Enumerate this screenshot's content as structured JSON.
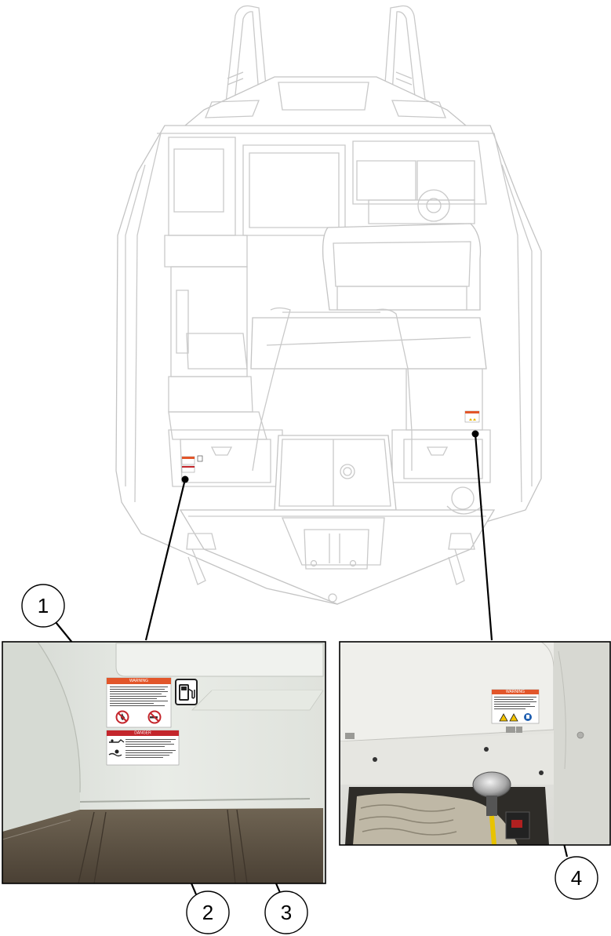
{
  "callouts": [
    {
      "number": "1"
    },
    {
      "number": "2"
    },
    {
      "number": "3"
    },
    {
      "number": "4"
    }
  ],
  "decals": {
    "warning_heading": "WARNING",
    "danger_heading": "DANGER"
  },
  "colors": {
    "warning_orange": "#e2562a",
    "danger_red": "#c4262c",
    "leader_line": "#000000",
    "boat_outline": "#c9c9c9",
    "photo_hull_white": "#e4e7e2",
    "photo_floor": "#5a4e40"
  },
  "icons": [
    "fuel-pump-icon",
    "no-smoking-icon",
    "no-open-flame-icon",
    "person-in-water-icon",
    "propeller-hazard-icon",
    "hazard-triangle-icon",
    "read-manual-icon"
  ]
}
